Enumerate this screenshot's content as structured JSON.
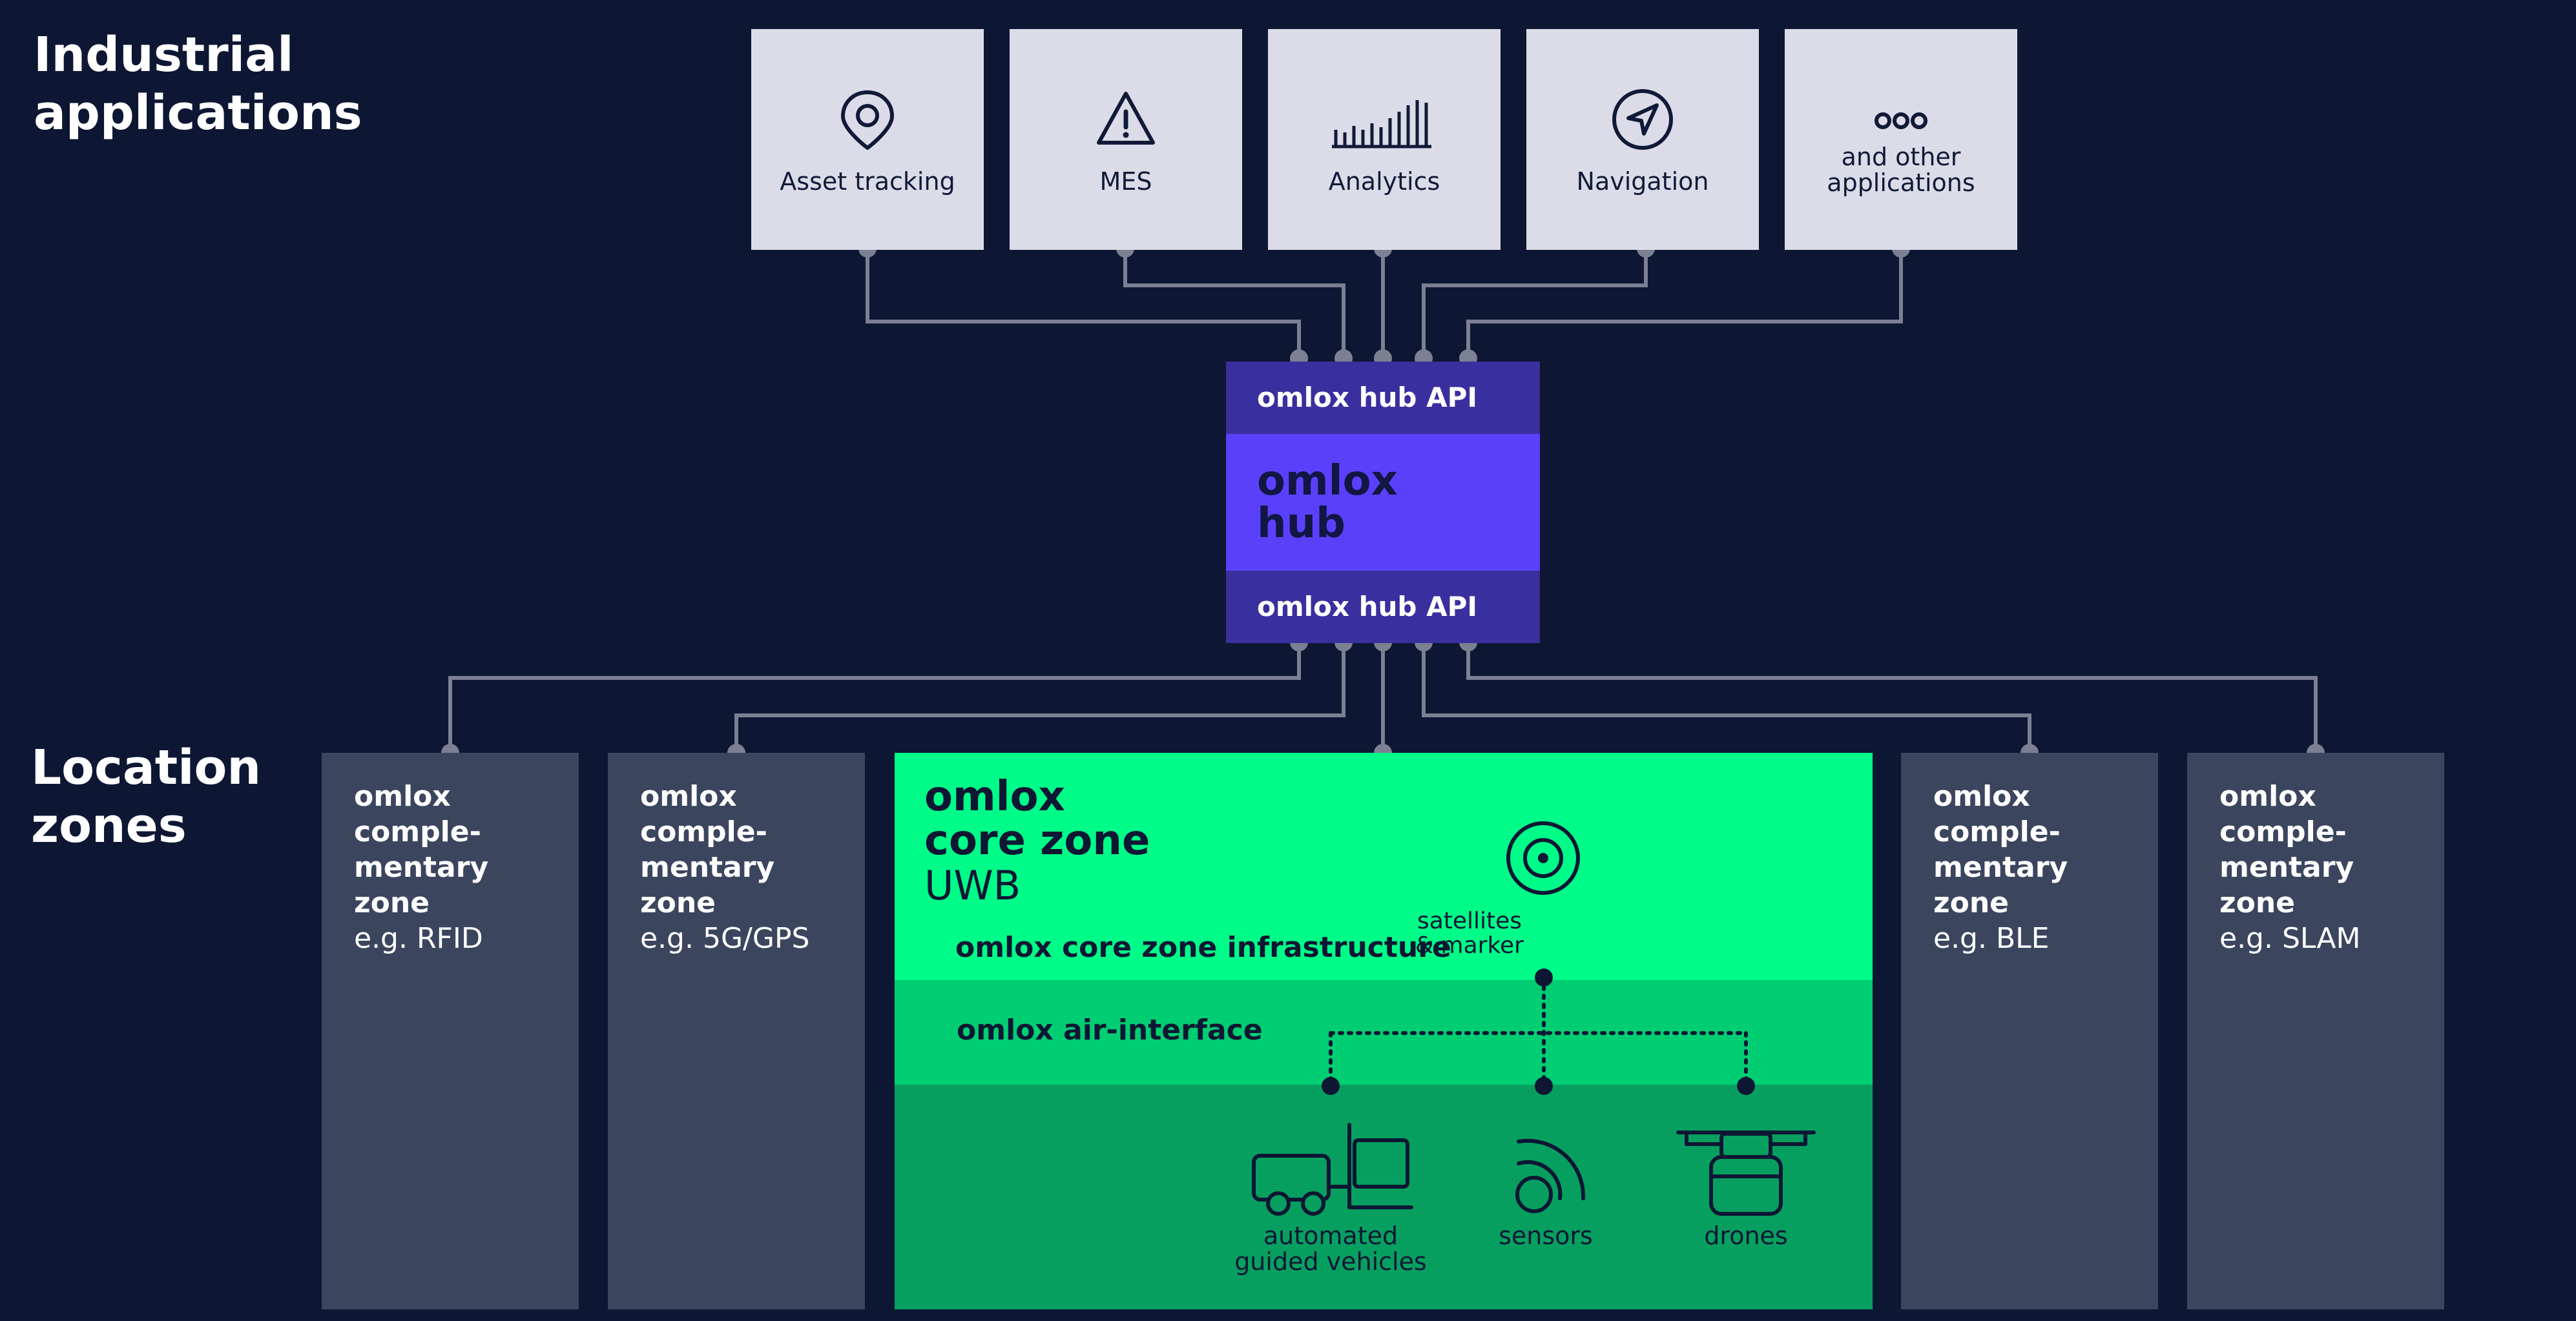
{
  "sections": {
    "applications_title": "Industrial\napplications",
    "zones_title": "Location\nzones"
  },
  "applications": [
    {
      "label": "Asset tracking",
      "icon": "location-pin-icon"
    },
    {
      "label": "MES",
      "icon": "warning-icon"
    },
    {
      "label": "Analytics",
      "icon": "bar-chart-icon"
    },
    {
      "label": "Navigation",
      "icon": "navigation-arrow-icon"
    },
    {
      "label": "and other\napplications",
      "icon": "ellipsis-icon"
    }
  ],
  "hub": {
    "api_top": "omlox hub API",
    "name": "omlox\nhub",
    "api_bottom": "omlox hub API"
  },
  "zones": [
    {
      "name": "omlox\ncomple-\nmentary\nzone",
      "example": "e.g. RFID"
    },
    {
      "name": "omlox\ncomple-\nmentary\nzone",
      "example": "e.g. 5G/GPS"
    },
    {
      "name": "omlox\ncomple-\nmentary\nzone",
      "example": "e.g. BLE"
    },
    {
      "name": "omlox\ncomple-\nmentary\nzone",
      "example": "e.g. SLAM"
    }
  ],
  "core_zone": {
    "title": "omlox\ncore zone",
    "technology": "UWB",
    "infrastructure_label": "omlox core zone infrastructure",
    "air_interface_label": "omlox air-interface",
    "satellites_label": "satellites\n& marker",
    "devices": [
      {
        "label": "automated\nguided vehicles",
        "icon": "forklift-icon"
      },
      {
        "label": "sensors",
        "icon": "sensor-signal-icon"
      },
      {
        "label": "drones",
        "icon": "drone-icon"
      }
    ]
  },
  "colors": {
    "background": "#0d1733",
    "app_box": "#dcdce8",
    "hub_api": "#3a2f9e",
    "hub_core": "#5a40fb",
    "zone": "#3b455e",
    "core_infrastructure": "#00fc88",
    "core_air_interface": "#01cd72",
    "core_devices": "#079f60",
    "connector": "#7b8092"
  }
}
